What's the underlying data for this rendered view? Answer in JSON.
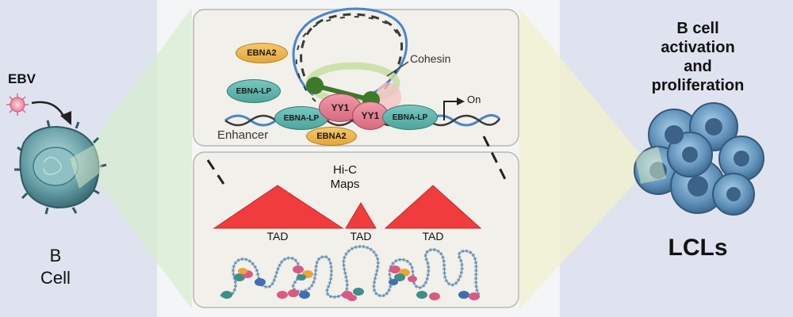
{
  "left": {
    "virus_label": "EBV",
    "cell_label_line1": "B",
    "cell_label_line2": "Cell"
  },
  "right": {
    "title_line1": "B cell",
    "title_line2": "activation",
    "title_line3": "and",
    "title_line4": "proliferation",
    "result_label": "LCLs"
  },
  "loop_panel": {
    "cohesin_label": "Cohesin",
    "on_label": "On",
    "enhancer_label": "Enhancer",
    "ebna2_top": "EBNA2",
    "ebna2_bottom": "EBNA2",
    "ebna_lp_top": "EBNA-LP",
    "ebna_lp_mid": "EBNA-LP",
    "ebna_lp_right": "EBNA-LP",
    "yy1_a": "YY1",
    "yy1_b": "YY1"
  },
  "hic_panel": {
    "title_line1": "Hi-C",
    "title_line2": "Maps",
    "tad_labels": [
      "TAD",
      "TAD",
      "TAD"
    ]
  },
  "colors": {
    "tad_red": "#f03c3c",
    "dna_blue": "#4a86c8",
    "dna_dark": "#3a3a3a",
    "cohesin_green": "#3c7a2a",
    "ebna2_orange": "#f2b54d",
    "ebna_lp_teal": "#5fb5ad",
    "yy1_pink": "#e07a8e",
    "panel_bg": "#f1f0ea",
    "cell_teal": "#6fa6ad"
  }
}
